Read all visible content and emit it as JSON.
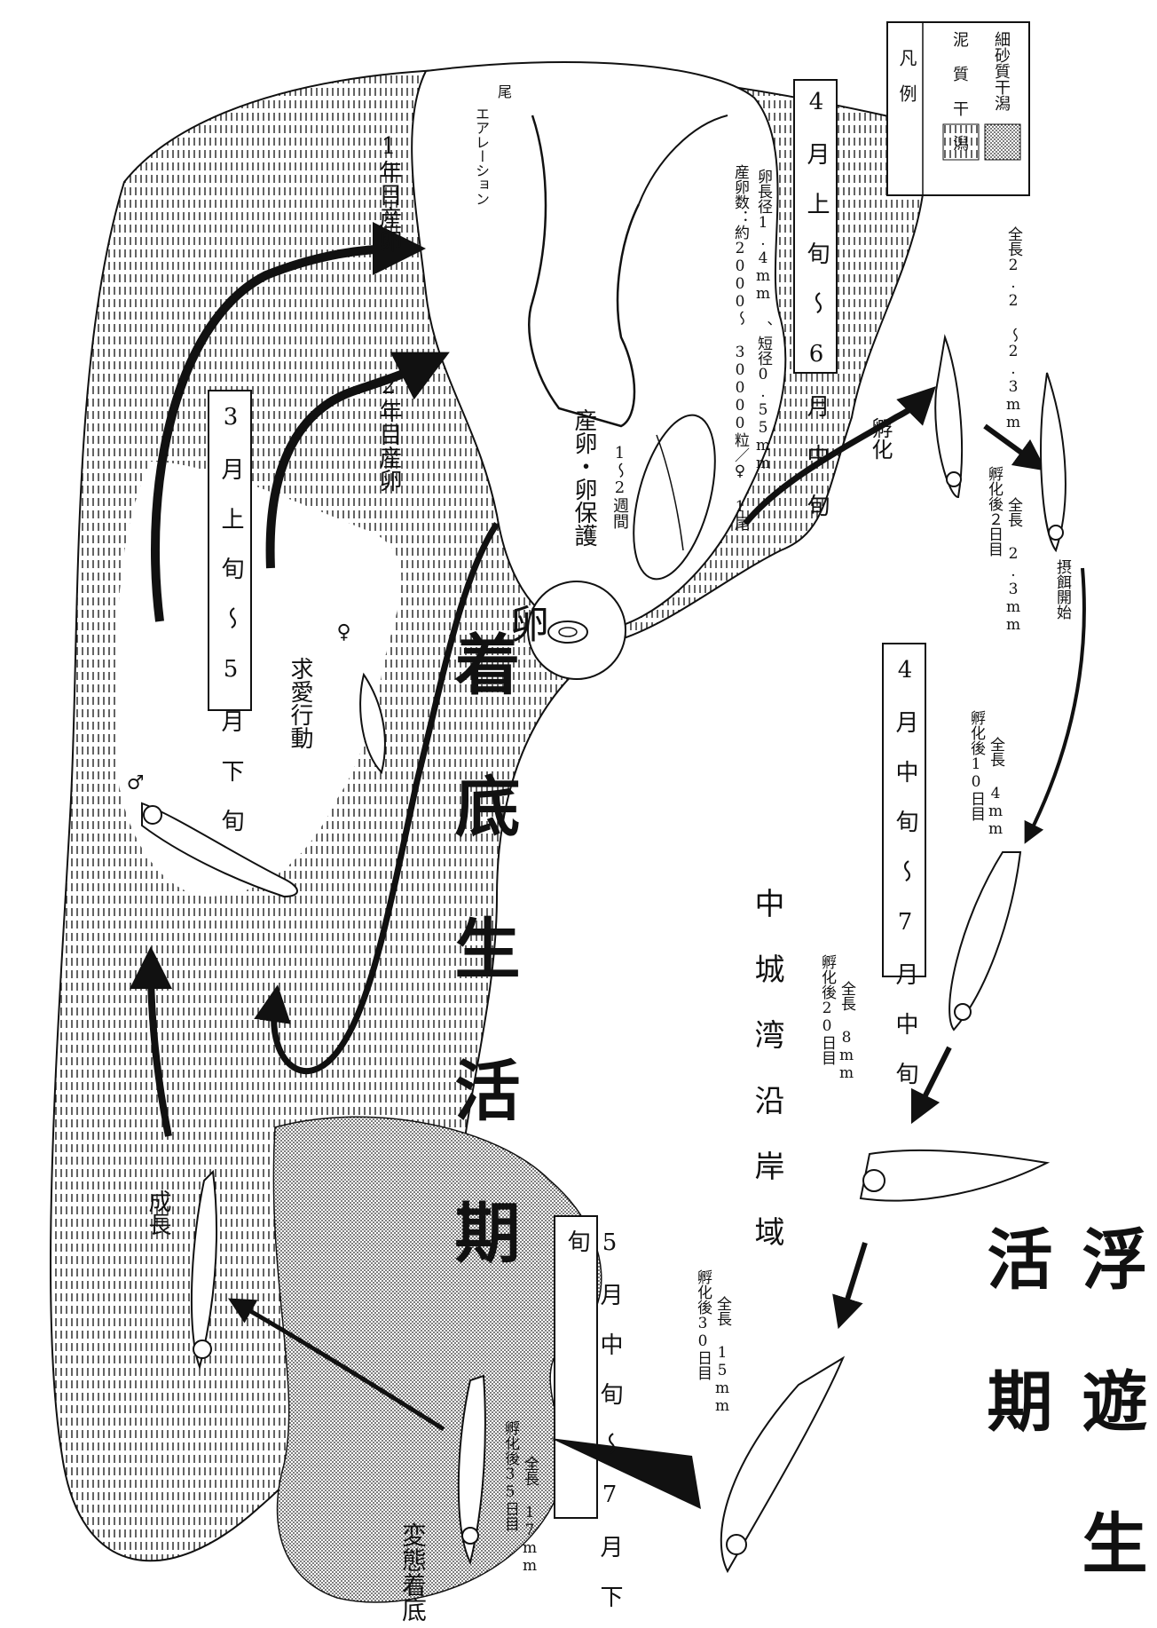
{
  "legend": {
    "title": "凡　例",
    "items": [
      {
        "label": "泥 質 干 潟",
        "pattern": "mud"
      },
      {
        "label": "細砂質干潟",
        "pattern": "sand"
      }
    ]
  },
  "periods": {
    "spawning": "4 月 上 旬 〜 6 月 中 旬",
    "courtship": "3 月 上 旬 〜 5 月 下 旬",
    "larval": "4 月 中 旬 〜 7 月 中 旬",
    "juvenile": "5 月 中 旬 〜 7 月 下 旬"
  },
  "phases": {
    "benthic": "着 底 生 活 期",
    "planktonic": "浮 遊 生 活 期"
  },
  "region": "中 城 湾 沿 岸 域",
  "labels": {
    "courtship_behavior": "求愛行動",
    "male": "♂",
    "female": "♀",
    "growth": "成長",
    "spawn_1st": "1年目産卵",
    "spawn_2nd": "2年目産卵",
    "spawn_guard": "産卵・卵保護",
    "guard_duration": "1〜2週間",
    "aeration": "エアレーション",
    "tail": "尾",
    "egg_count": "産卵数：約2000〜 30000粒／♀ 1尾",
    "egg_size": "卵長径1.4mm 、短径0.55mm",
    "egg": "卵",
    "hatch": "孵化",
    "metamorphosis": "変態着底"
  },
  "stages": [
    {
      "name": "孵化",
      "length": "全長2.2 〜2.3mm",
      "day": ""
    },
    {
      "name": "孵化後２日目",
      "length": "全長 2.3mm",
      "day": "2",
      "note": "摂餌開始"
    },
    {
      "name": "孵化後10日目",
      "length": "全長 4mm",
      "day": "10"
    },
    {
      "name": "孵化後20日目",
      "length": "全長 8mm",
      "day": "20"
    },
    {
      "name": "孵化後30日目",
      "length": "全長 15mm",
      "day": "30"
    },
    {
      "name": "孵化後35日目",
      "length": "全長 17mm",
      "day": "35"
    }
  ]
}
